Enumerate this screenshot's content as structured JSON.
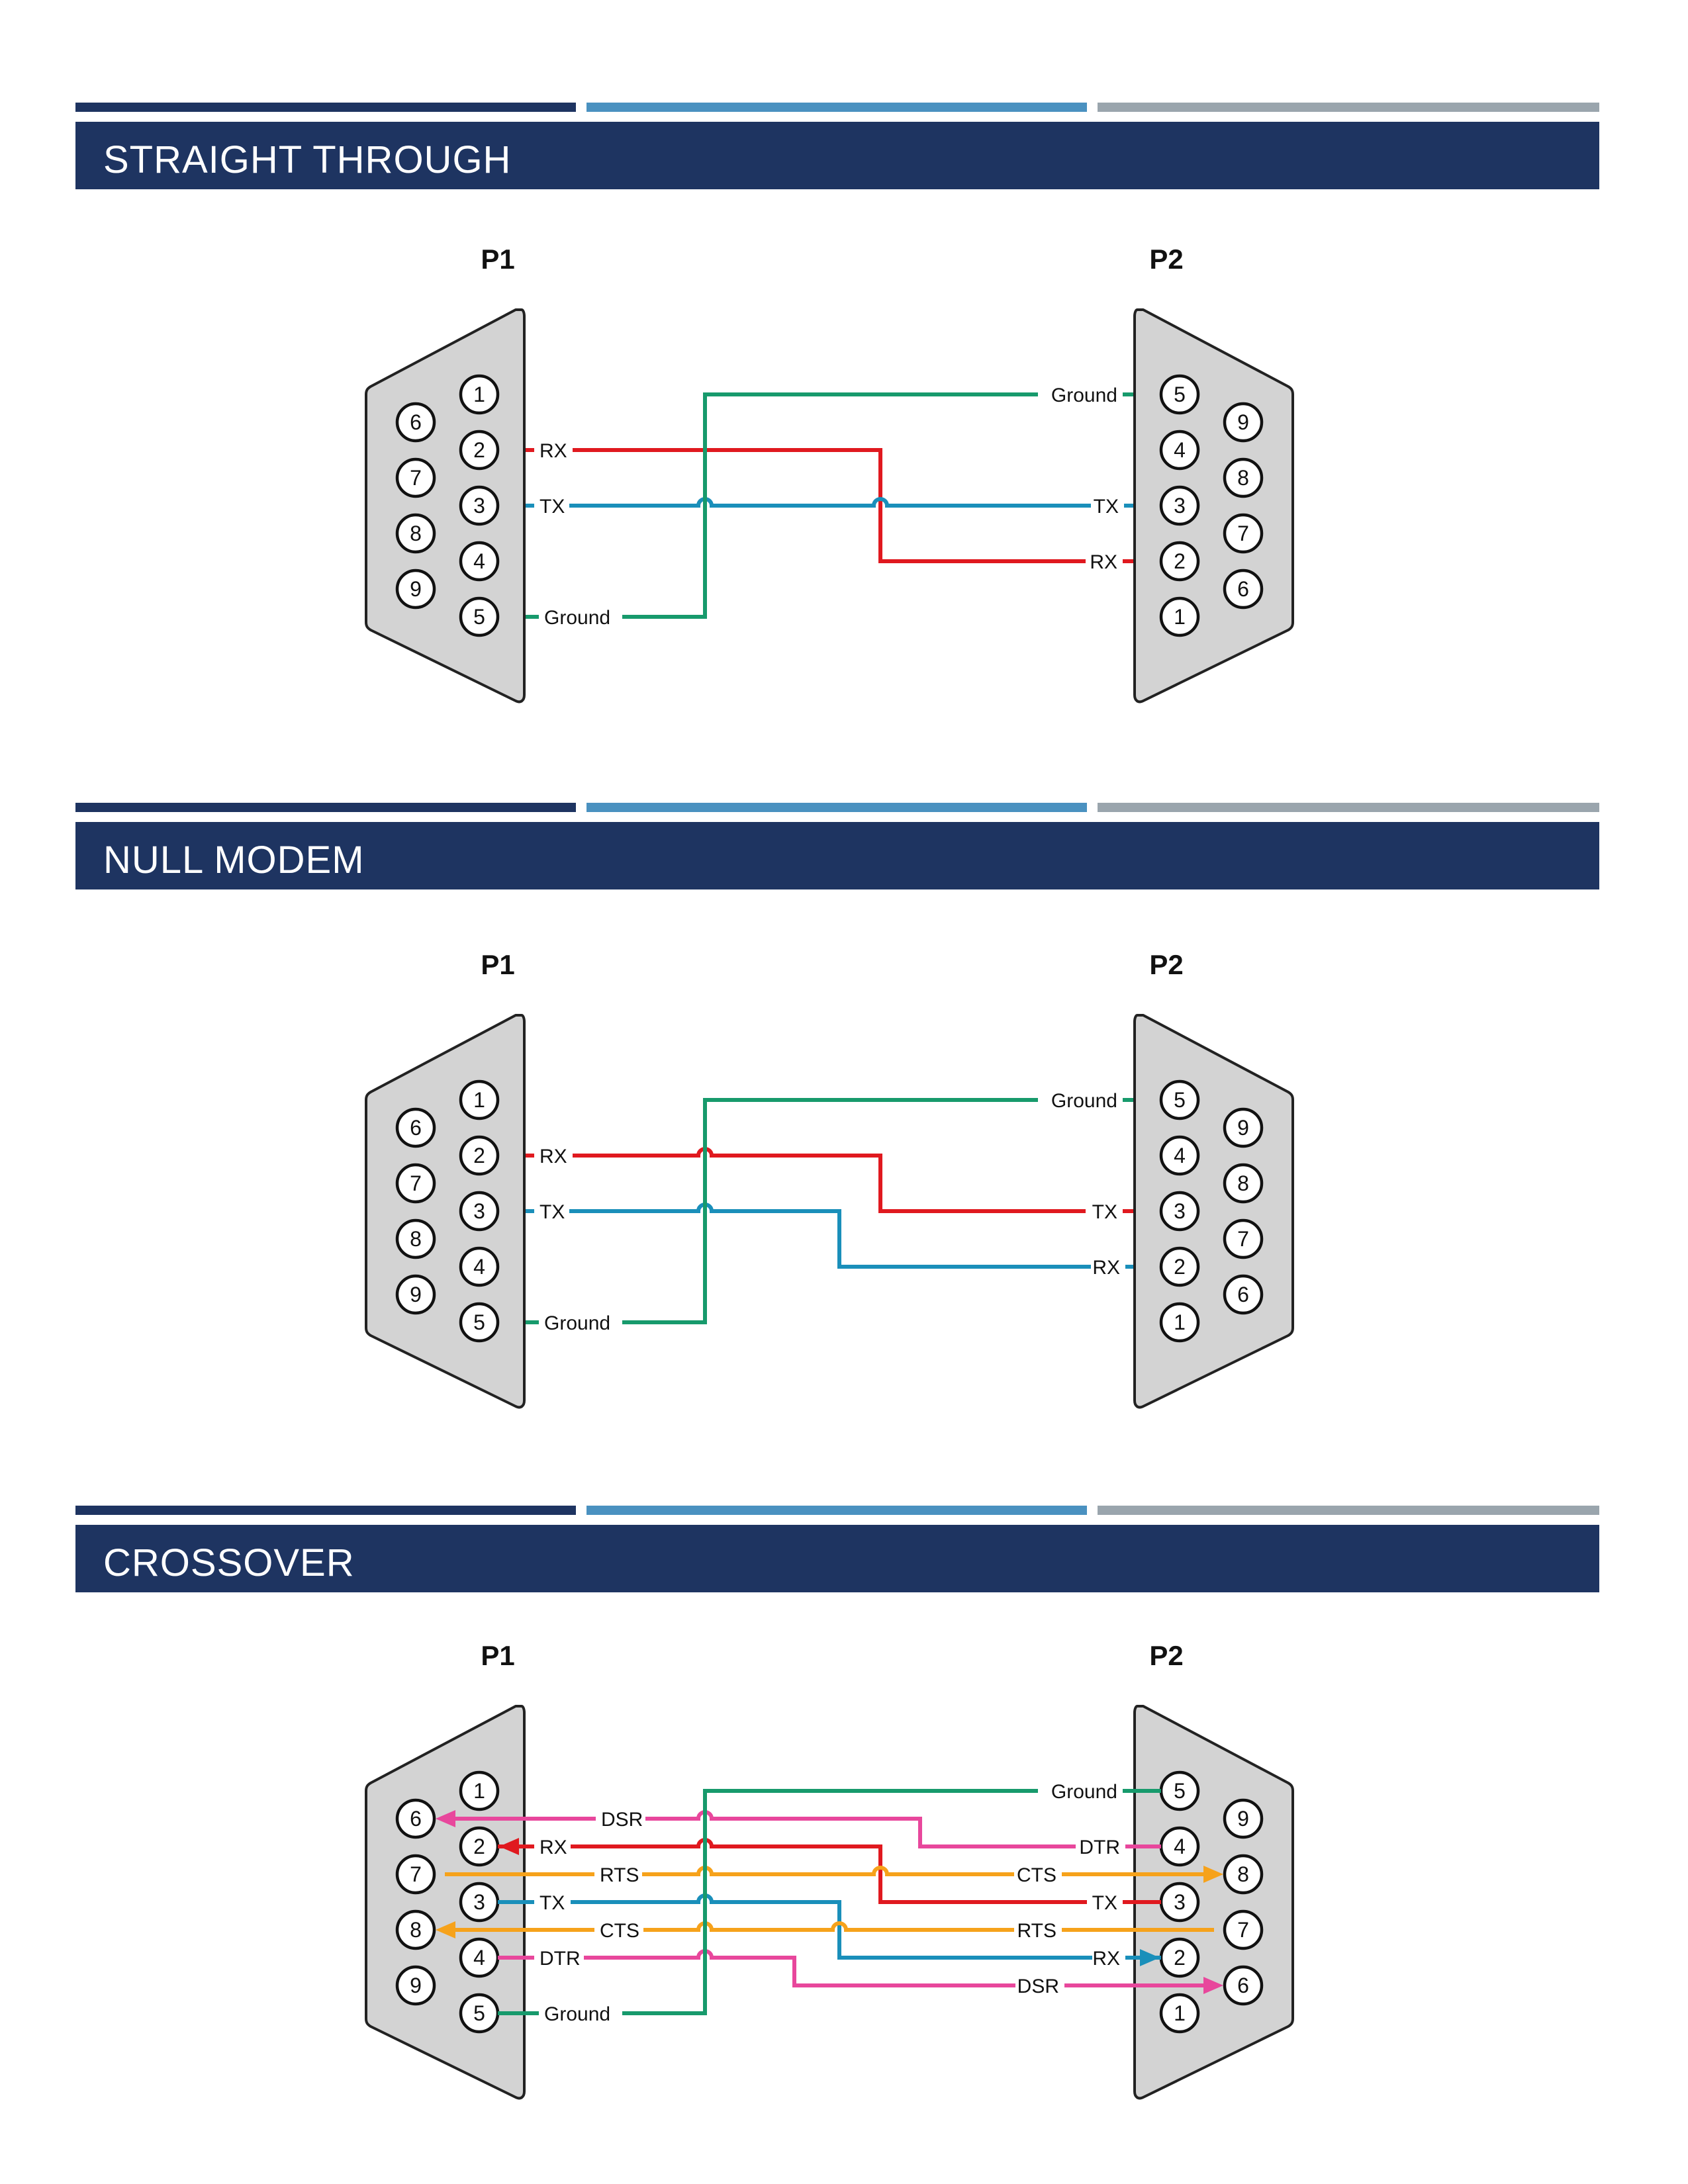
{
  "colors": {
    "banner": "#1e3461",
    "stripe_dark": "#1e3461",
    "stripe_blue": "#4a91c0",
    "stripe_gray": "#9aa5ad",
    "connector_fill": "#d3d3d3",
    "wire_red": "#e0191f",
    "wire_blue": "#1a8fba",
    "wire_green": "#179a6c",
    "wire_pink": "#e8479c",
    "wire_orange": "#f6a21b"
  },
  "sections": [
    {
      "title": "STRAIGHT THROUGH",
      "p1_label": "P1",
      "p2_label": "P2",
      "wires": [
        {
          "from": {
            "side": "P1",
            "pin": "2",
            "label": "RX"
          },
          "to": {
            "side": "P2",
            "pin": "2",
            "label": "RX"
          },
          "color": "red"
        },
        {
          "from": {
            "side": "P1",
            "pin": "3",
            "label": "TX"
          },
          "to": {
            "side": "P2",
            "pin": "3",
            "label": "TX"
          },
          "color": "blue"
        },
        {
          "from": {
            "side": "P1",
            "pin": "5",
            "label": "Ground"
          },
          "to": {
            "side": "P2",
            "pin": "5",
            "label": "Ground"
          },
          "color": "green"
        }
      ]
    },
    {
      "title": "NULL MODEM",
      "p1_label": "P1",
      "p2_label": "P2",
      "wires": [
        {
          "from": {
            "side": "P1",
            "pin": "2",
            "label": "RX"
          },
          "to": {
            "side": "P2",
            "pin": "3",
            "label": "TX"
          },
          "color": "red"
        },
        {
          "from": {
            "side": "P1",
            "pin": "3",
            "label": "TX"
          },
          "to": {
            "side": "P2",
            "pin": "2",
            "label": "RX"
          },
          "color": "blue"
        },
        {
          "from": {
            "side": "P1",
            "pin": "5",
            "label": "Ground"
          },
          "to": {
            "side": "P2",
            "pin": "5",
            "label": "Ground"
          },
          "color": "green"
        }
      ]
    },
    {
      "title": "CROSSOVER",
      "p1_label": "P1",
      "p2_label": "P2",
      "wires": [
        {
          "from": {
            "side": "P1",
            "pin": "6",
            "label": "DSR"
          },
          "to": {
            "side": "P2",
            "pin": "4",
            "label": "DTR"
          },
          "color": "pink"
        },
        {
          "from": {
            "side": "P1",
            "pin": "2",
            "label": "RX"
          },
          "to": {
            "side": "P2",
            "pin": "3",
            "label": "TX"
          },
          "color": "red"
        },
        {
          "from": {
            "side": "P1",
            "pin": "7",
            "label": "RTS"
          },
          "to": {
            "side": "P2",
            "pin": "8",
            "label": "CTS"
          },
          "color": "orange"
        },
        {
          "from": {
            "side": "P1",
            "pin": "3",
            "label": "TX"
          },
          "to": {
            "side": "P2",
            "pin": "2",
            "label": "RX"
          },
          "color": "blue"
        },
        {
          "from": {
            "side": "P1",
            "pin": "8",
            "label": "CTS"
          },
          "to": {
            "side": "P2",
            "pin": "7",
            "label": "RTS"
          },
          "color": "orange"
        },
        {
          "from": {
            "side": "P1",
            "pin": "4",
            "label": "DTR"
          },
          "to": {
            "side": "P2",
            "pin": "6",
            "label": "DSR"
          },
          "color": "pink"
        },
        {
          "from": {
            "side": "P1",
            "pin": "5",
            "label": "Ground"
          },
          "to": {
            "side": "P2",
            "pin": "5",
            "label": "Ground"
          },
          "color": "green"
        }
      ]
    }
  ],
  "pins": {
    "p1_inner": [
      "1",
      "2",
      "3",
      "4",
      "5"
    ],
    "p1_outer": [
      "6",
      "7",
      "8",
      "9"
    ],
    "p2_inner": [
      "5",
      "4",
      "3",
      "2",
      "1"
    ],
    "p2_outer": [
      "9",
      "8",
      "7",
      "6"
    ]
  }
}
